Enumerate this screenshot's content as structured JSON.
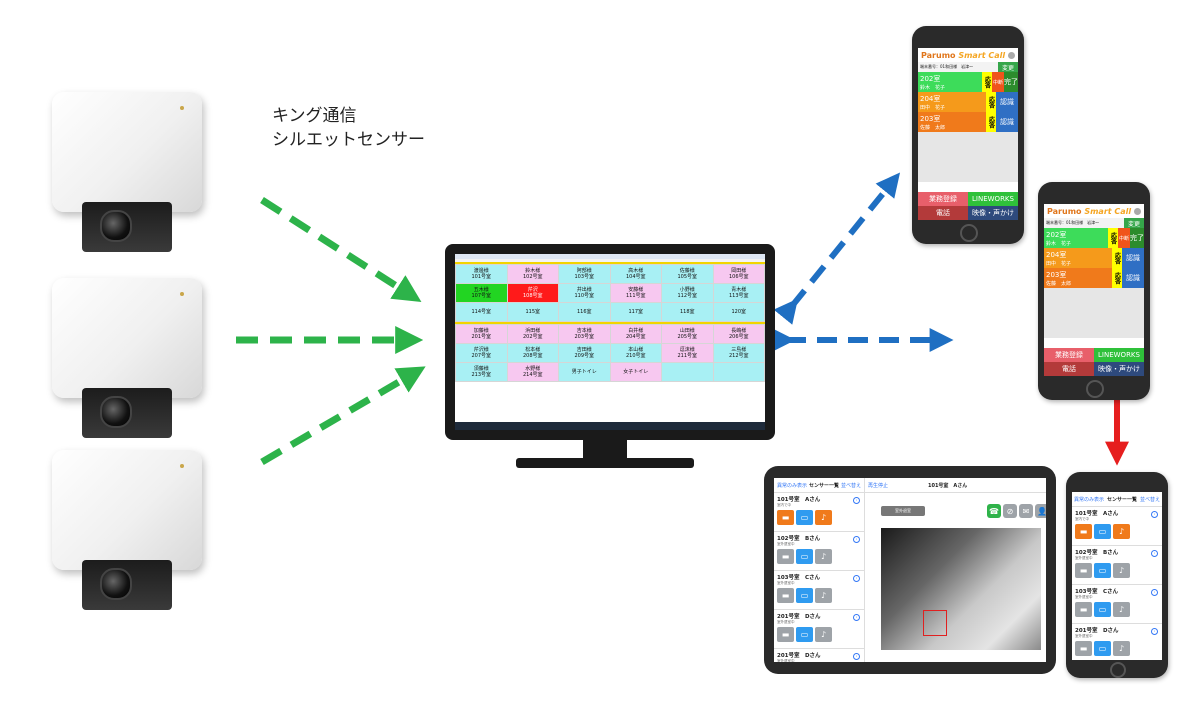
{
  "caption": {
    "line1": "キング通信",
    "line2": "シルエットセンサー"
  },
  "colors": {
    "green_arrow": "#2db34a",
    "blue_arrow": "#1f6fc2",
    "red_arrow": "#e61e1e"
  },
  "monitor": {
    "rows": [
      [
        {
          "name": "渡邊様",
          "room": "101号室",
          "color": "cyan"
        },
        {
          "name": "鈴木様",
          "room": "102号室",
          "color": "pink"
        },
        {
          "name": "阿部様",
          "room": "103号室",
          "color": "cyan"
        },
        {
          "name": "高木様",
          "room": "104号室",
          "color": "cyan"
        },
        {
          "name": "佐藤様",
          "room": "105号室",
          "color": "cyan"
        },
        {
          "name": "岡田様",
          "room": "106号室",
          "color": "pink"
        }
      ],
      [
        {
          "name": "五木様",
          "room": "107号室",
          "color": "green"
        },
        {
          "name": "芹沢",
          "room": "108号室",
          "color": "red"
        },
        {
          "name": "井出様",
          "room": "110号室",
          "color": "cyan"
        },
        {
          "name": "安藤様",
          "room": "111号室",
          "color": "pink"
        },
        {
          "name": "小野様",
          "room": "112号室",
          "color": "cyan"
        },
        {
          "name": "青木様",
          "room": "113号室",
          "color": "cyan"
        }
      ],
      [
        {
          "name": "",
          "room": "114号室",
          "color": "cyan"
        },
        {
          "name": "",
          "room": "115室",
          "color": "cyan"
        },
        {
          "name": "",
          "room": "116室",
          "color": "cyan"
        },
        {
          "name": "",
          "room": "117室",
          "color": "cyan"
        },
        {
          "name": "",
          "room": "118室",
          "color": "cyan"
        },
        {
          "name": "",
          "room": "120室",
          "color": "cyan"
        }
      ],
      [
        {
          "name": "加藤様",
          "room": "201号室",
          "color": "pink"
        },
        {
          "name": "浜田様",
          "room": "202号室",
          "color": "pink"
        },
        {
          "name": "吉本様",
          "room": "203号室",
          "color": "pink"
        },
        {
          "name": "白井様",
          "room": "204号室",
          "color": "pink"
        },
        {
          "name": "山田様",
          "room": "205号室",
          "color": "pink"
        },
        {
          "name": "長嶋様",
          "room": "206号室",
          "color": "pink"
        }
      ],
      [
        {
          "name": "芹沢様",
          "room": "207号室",
          "color": "cyan"
        },
        {
          "name": "松本様",
          "room": "208号室",
          "color": "cyan"
        },
        {
          "name": "吉田様",
          "room": "209号室",
          "color": "cyan"
        },
        {
          "name": "本山様",
          "room": "210号室",
          "color": "cyan"
        },
        {
          "name": "逗沫様",
          "room": "211号室",
          "color": "pink"
        },
        {
          "name": "三島様",
          "room": "212号室",
          "color": "cyan"
        }
      ],
      [
        {
          "name": "須藤様",
          "room": "213号室",
          "color": "cyan"
        },
        {
          "name": "水野様",
          "room": "214号室",
          "color": "pink"
        },
        {
          "name": "",
          "room": "男子トイレ",
          "color": "cyan"
        },
        {
          "name": "",
          "room": "女子トイレ",
          "color": "pink"
        },
        {
          "name": "",
          "room": "",
          "color": "cyan"
        },
        {
          "name": "",
          "room": "",
          "color": "cyan"
        }
      ]
    ]
  },
  "phone_app": {
    "logo_a": "Parumo",
    "logo_b": "Smart Call",
    "terminal": "端末番号：01和田様　岩津～",
    "change": "変更",
    "events": [
      {
        "room": "202室",
        "person": "鈴木　花子",
        "ack": "応答",
        "action": "中断",
        "action2": "完了",
        "color": "#3ddc5a"
      },
      {
        "room": "204室",
        "person": "田中　花子",
        "ack": "応答",
        "action": "認識",
        "color": "#f59a1b"
      },
      {
        "room": "203室",
        "person": "佐藤　太郎",
        "ack": "応答",
        "action": "認識",
        "color": "#f07a1b"
      }
    ],
    "btn_register": "業務登録",
    "btn_lineworks": "LINEWORKS",
    "btn_phone": "電話",
    "btn_video": "映像・声かけ"
  },
  "tablet": {
    "left_link": "異常のみ表示",
    "left_title": "センサー一覧",
    "left_sort": "並べ替え",
    "right_link": "再生停止",
    "right_title": "101号室　Aさん",
    "status_btn": "室外退室",
    "rooms": [
      {
        "room": "101号室　Aさん",
        "status": "室内で中"
      },
      {
        "room": "102号室　Bさん",
        "status": "室外退室中"
      },
      {
        "room": "103号室　Cさん",
        "status": "室外退室中"
      },
      {
        "room": "201号室　Dさん",
        "status": "室外退室中"
      },
      {
        "room": "201号室　Dさん",
        "status": "室外退室中"
      }
    ]
  },
  "phone_small": {
    "left_link": "異常のみ表示",
    "title": "センサー一覧",
    "sort": "並べ替え",
    "rooms": [
      {
        "room": "101号室　Aさん",
        "status": "室内で中"
      },
      {
        "room": "102号室　Bさん",
        "status": "室外退室中"
      },
      {
        "room": "103号室　Cさん",
        "status": "室外退室中"
      },
      {
        "room": "201号室　Dさん",
        "status": "室外退室中"
      }
    ]
  }
}
